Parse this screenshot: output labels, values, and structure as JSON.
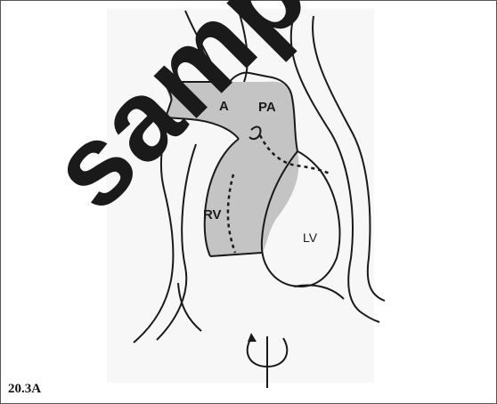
{
  "figure": {
    "label": "20.3A",
    "labels": {
      "ao": "A",
      "pa": "PA",
      "rv": "RV",
      "lv": "LV"
    }
  },
  "watermark": {
    "text": "sample of"
  },
  "colors": {
    "line": "#1a1a1a",
    "shade": "#c4c4c4",
    "background": "#ffffff"
  }
}
